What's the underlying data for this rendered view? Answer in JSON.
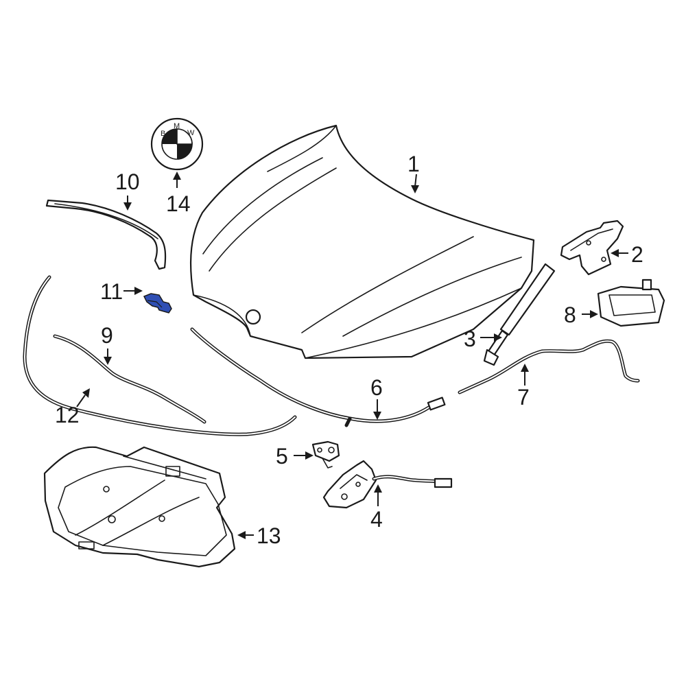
{
  "callouts": {
    "c1": "1",
    "c2": "2",
    "c3": "3",
    "c4": "4",
    "c5": "5",
    "c6": "6",
    "c7": "7",
    "c8": "8",
    "c9": "9",
    "c10": "10",
    "c11": "11",
    "c12": "12",
    "c13": "13",
    "c14": "14"
  },
  "emblem": {
    "letter_b": "B",
    "letter_m": "M",
    "letter_w": "W"
  },
  "colors": {
    "line": "#1a1a1a",
    "highlight": "#2f4fb4",
    "background": "#ffffff"
  }
}
